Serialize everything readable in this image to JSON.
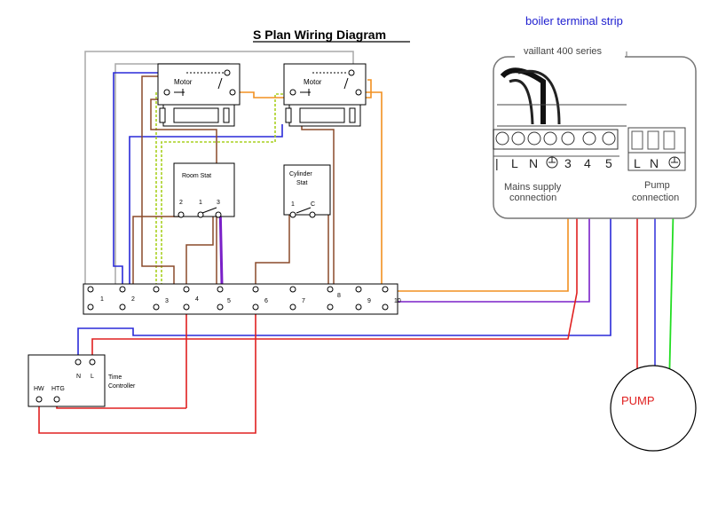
{
  "title": "S Plan Wiring Diagram",
  "boiler_heading": "boiler terminal strip",
  "boiler_model": "vaillant 400 series",
  "motor_label": "Motor",
  "room_stat": {
    "label": "Room Stat",
    "terminals": [
      "2",
      "1",
      "3"
    ]
  },
  "cylinder_stat": {
    "label_line1": "Cylinder",
    "label_line2": "Stat",
    "terminals": [
      "1",
      "C"
    ]
  },
  "time_controller": {
    "label_line1": "Time",
    "label_line2": "Controller",
    "inputs": [
      "N",
      "L"
    ],
    "outputs": [
      "HW",
      "HTG"
    ]
  },
  "junction_terminals": [
    "1",
    "2",
    "3",
    "4",
    "5",
    "6",
    "7",
    "8",
    "9",
    "10"
  ],
  "boiler_terminals": [
    "L",
    "N",
    "3",
    "4",
    "5"
  ],
  "pump_terminals": [
    "L",
    "N"
  ],
  "mains_label_line1": "Mains supply",
  "mains_label_line2": "connection",
  "pump_conn_line1": "Pump",
  "pump_conn_line2": "connection",
  "pump_label": "PUMP",
  "colors": {
    "live_red": "#e02020",
    "neutral_blue": "#2a2ad8",
    "earth_green": "#22dd22",
    "brown": "#8a4a2a",
    "orange": "#f29020",
    "purple": "#7a20c8",
    "grey": "#a8a8a8",
    "yellow_green": "#a8d020"
  }
}
